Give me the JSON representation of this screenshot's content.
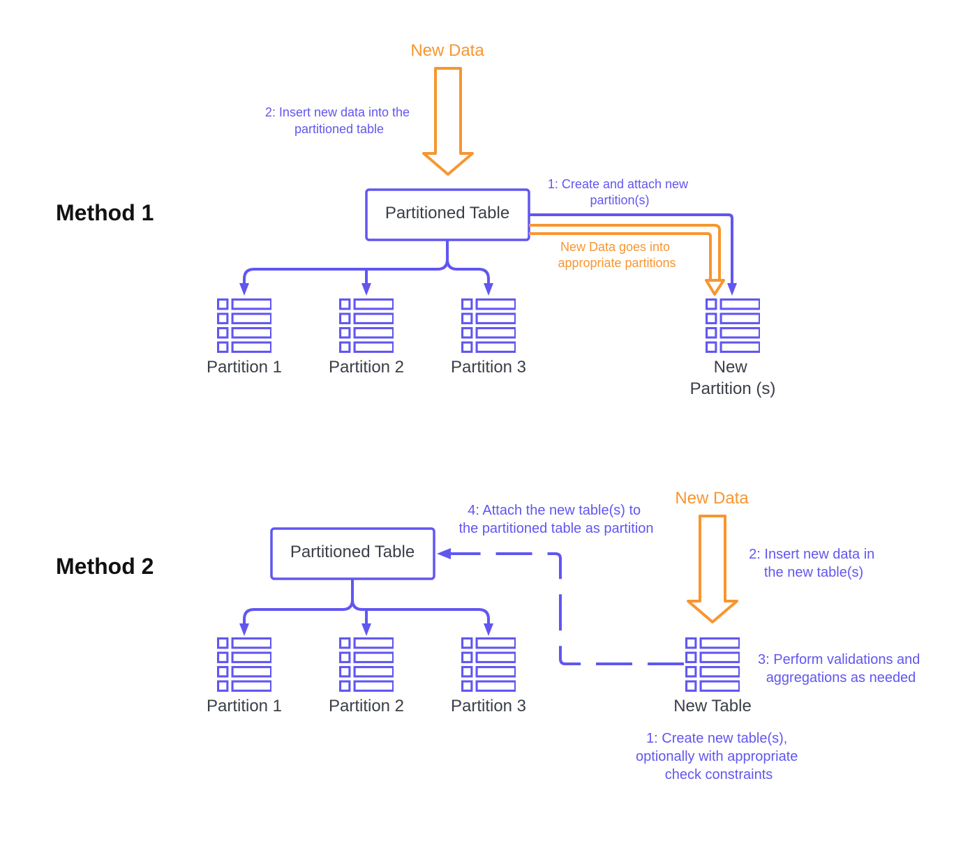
{
  "colors": {
    "primary": "#6156f0",
    "accent": "#f7962f",
    "text": "#3a3f47",
    "heading": "#111111"
  },
  "method1": {
    "heading": "Method 1",
    "new_data": "New Data",
    "partitioned_table": "Partitioned Table",
    "step_insert": [
      "2: Insert new data into the",
      "partitioned table"
    ],
    "step_create": [
      "1: Create and attach new",
      "partition(s)"
    ],
    "step_route": [
      "New Data goes into",
      "appropriate partitions"
    ],
    "partitions": [
      "Partition 1",
      "Partition 2",
      "Partition 3"
    ],
    "new_partition": [
      "New",
      "Partition (s)"
    ]
  },
  "method2": {
    "heading": "Method 2",
    "new_data": "New Data",
    "partitioned_table": "Partitioned Table",
    "step_attach": [
      "4: Attach the new table(s) to",
      "the partitioned table as partition"
    ],
    "step_insert": [
      "2: Insert new data in",
      "the new table(s)"
    ],
    "step_validate": [
      "3: Perform validations and",
      "aggregations as needed"
    ],
    "step_create": [
      "1: Create new table(s),",
      "optionally with appropriate",
      "check constraints"
    ],
    "partitions": [
      "Partition 1",
      "Partition 2",
      "Partition 3"
    ],
    "new_table": "New Table"
  }
}
